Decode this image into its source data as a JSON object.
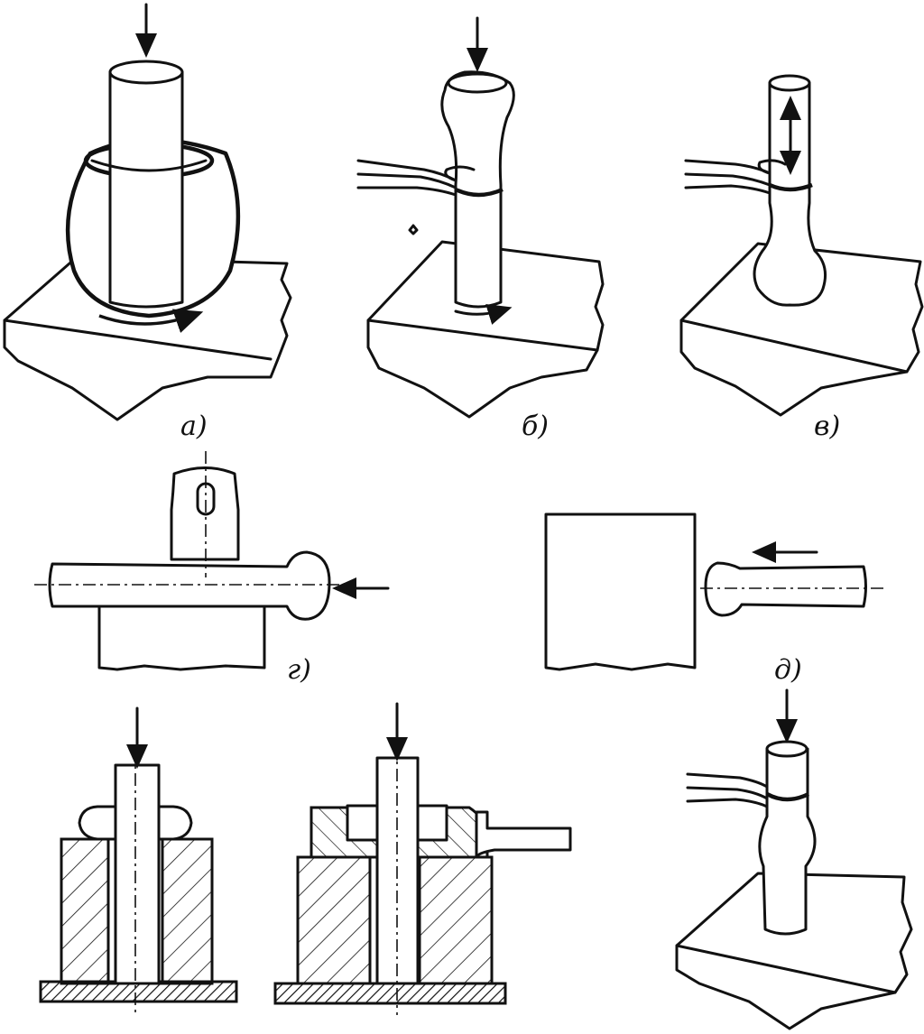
{
  "labels": {
    "a": "а)",
    "b": "б)",
    "v": "в)",
    "g": "г)",
    "d": "д)"
  },
  "colors": {
    "ink": "#111111",
    "paper": "#ffffff"
  }
}
